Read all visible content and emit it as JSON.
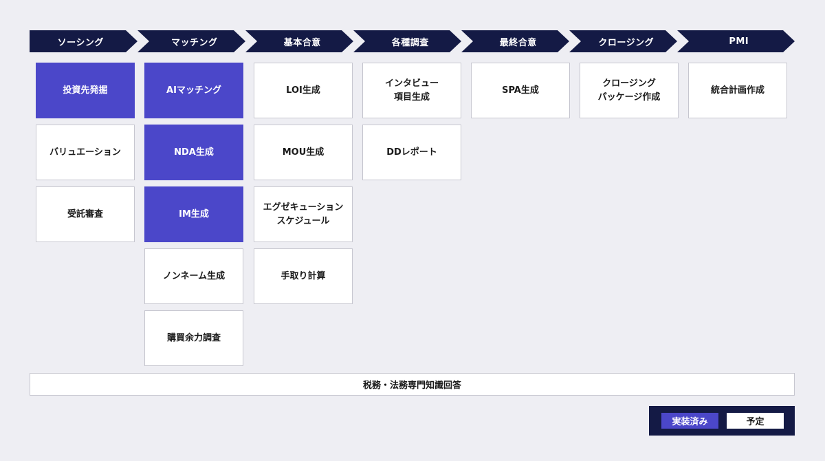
{
  "colors": {
    "navy": "#141a45",
    "implemented": "#4b47c9",
    "planned": "#ffffff",
    "background": "#eeeef3"
  },
  "phases": [
    {
      "label": "ソーシング",
      "items": [
        {
          "label": "投資先発掘",
          "status": "implemented"
        },
        {
          "label": "バリュエーション",
          "status": "planned"
        },
        {
          "label": "受託審査",
          "status": "planned"
        }
      ]
    },
    {
      "label": "マッチング",
      "items": [
        {
          "label": "AIマッチング",
          "status": "implemented"
        },
        {
          "label": "NDA生成",
          "status": "implemented"
        },
        {
          "label": "IM生成",
          "status": "implemented"
        },
        {
          "label": "ノンネーム生成",
          "status": "planned"
        },
        {
          "label": "購買余力調査",
          "status": "planned"
        }
      ]
    },
    {
      "label": "基本合意",
      "items": [
        {
          "label": "LOI生成",
          "status": "planned"
        },
        {
          "label": "MOU生成",
          "status": "planned"
        },
        {
          "label": "エグゼキューション\nスケジュール",
          "status": "planned"
        },
        {
          "label": "手取り計算",
          "status": "planned"
        }
      ]
    },
    {
      "label": "各種調査",
      "items": [
        {
          "label": "インタビュー\n項目生成",
          "status": "planned"
        },
        {
          "label": "DDレポート",
          "status": "planned"
        }
      ]
    },
    {
      "label": "最終合意",
      "items": [
        {
          "label": "SPA生成",
          "status": "planned"
        }
      ]
    },
    {
      "label": "クロージング",
      "items": [
        {
          "label": "クロージング\nパッケージ作成",
          "status": "planned"
        }
      ]
    },
    {
      "label": "PMI",
      "items": [
        {
          "label": "統合計画作成",
          "status": "planned"
        }
      ]
    }
  ],
  "shared_bar": {
    "label": "税務・法務専門知識回答"
  },
  "legend": {
    "implemented_label": "実装済み",
    "planned_label": "予定"
  }
}
